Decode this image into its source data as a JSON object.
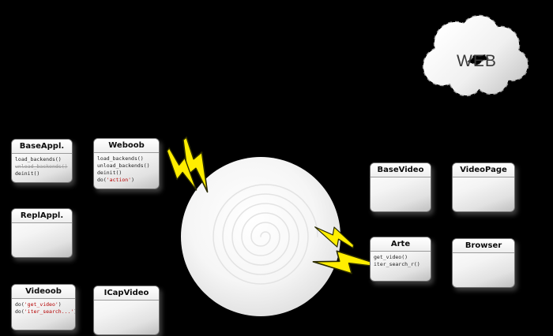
{
  "cloud": {
    "label": "WEB"
  },
  "boxes": {
    "baseappl": {
      "title": "BaseAppl.",
      "methods": {
        "load": "load_backends()",
        "unload": "unload_backends()",
        "deinit": "deinit()"
      }
    },
    "weboob": {
      "title": "Weboob",
      "methods": {
        "load": "load_backends()",
        "unload": "unload_backends()",
        "deinit": "deinit()",
        "do_prefix": "do(",
        "do_arg": "'action'",
        "do_suffix": ")"
      }
    },
    "replappl": {
      "title": "ReplAppl."
    },
    "videoob": {
      "title": "Videoob",
      "methods": {
        "do1_prefix": "do(",
        "do1_arg": "'get_video'",
        "do1_suffix": ")",
        "do2_prefix": "do(",
        "do2_arg": "'iter_search...'",
        "do2_suffix": ")"
      }
    },
    "icapvideo": {
      "title": "ICapVideo"
    },
    "basevideo": {
      "title": "BaseVideo"
    },
    "videopage": {
      "title": "VideoPage"
    },
    "arte": {
      "title": "Arte",
      "methods": {
        "get_video": "get_video()",
        "iter_search": "iter_search_r()"
      }
    },
    "browser": {
      "title": "Browser"
    }
  },
  "colors": {
    "background": "#000000",
    "lightning_yellow": "#ffee00",
    "accent_red": "#b40000",
    "box_border": "#6f6f6f"
  }
}
